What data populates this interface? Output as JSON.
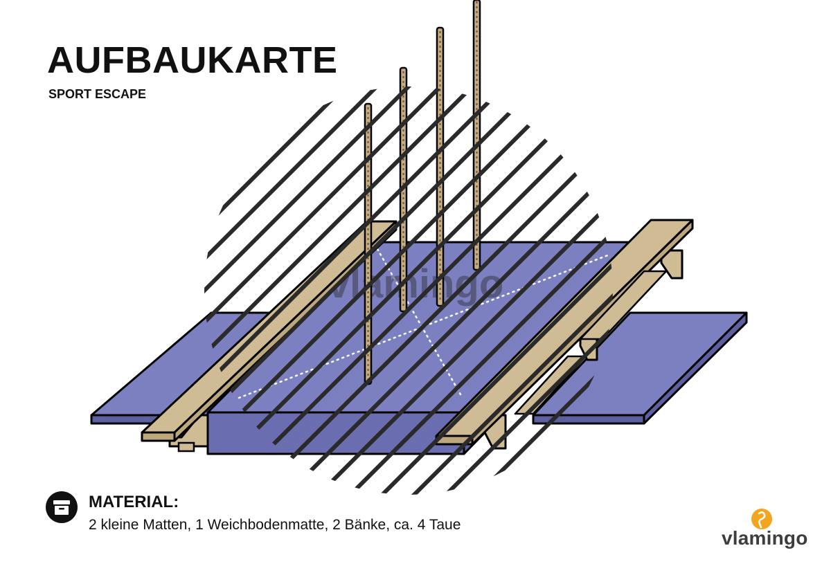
{
  "header": {
    "title": "AUFBAUKARTE",
    "subtitle": "SPORT ESCAPE"
  },
  "illustration": {
    "watermark": "vlamingo",
    "mat_color": "#7c80c0",
    "bench_color": "#d0bc94",
    "rope_color": "#c6ad83",
    "hatch_color": "#2a2a2a",
    "rope_count": 4,
    "bench_count": 2,
    "small_mat_count": 2
  },
  "material": {
    "icon": "box-icon",
    "heading": "MATERIAL:",
    "items": "2 kleine Matten, 1 Weichbodenmatte, 2 Bänke, ca. 4 Taue"
  },
  "brand": {
    "name": "vlamingo",
    "icon": "flamingo-logo-icon",
    "accent": "#f2a51f"
  }
}
